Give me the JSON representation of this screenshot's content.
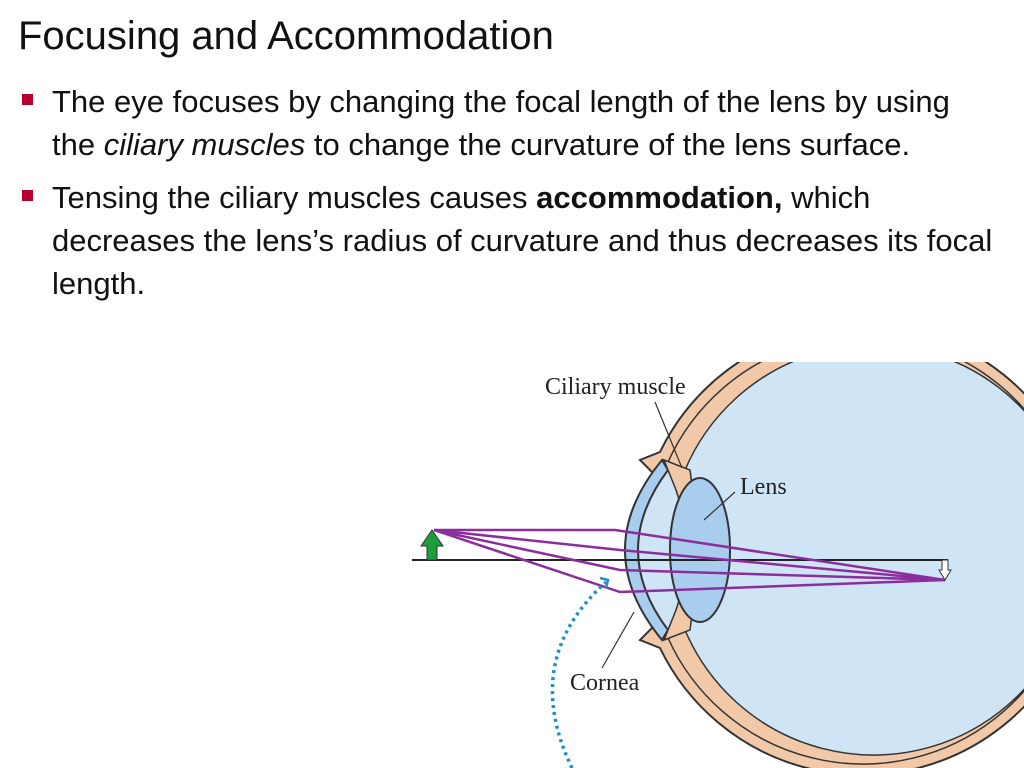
{
  "slide": {
    "title": "Focusing and Accommodation",
    "bullet_marker_color": "#b3002d",
    "bullets": [
      {
        "p1": "The eye focuses by changing the focal length of the lens by using the ",
        "emphasis": "ciliary muscles",
        "p2": " to change the curvature of the lens surface."
      },
      {
        "p1": "Tensing the ciliary muscles causes ",
        "strong": "accommodation,",
        "p2": " which decreases the lens’s radius of curvature and thus decreases its focal length."
      }
    ]
  },
  "diagram": {
    "labels": {
      "ciliary_muscle": "Ciliary muscle",
      "lens": "Lens",
      "cornea": "Cornea"
    },
    "colors": {
      "sclera": "#f2c9a8",
      "interior": "#cfe4f4",
      "lens": "#a9cdee",
      "cornea": "#a9cdee",
      "rays": "#8c2d9e",
      "object_arrow": "#1c9e3c",
      "image_arrow": "#ffffff",
      "pointer": "#1a8fc8",
      "outline": "#333333"
    }
  }
}
